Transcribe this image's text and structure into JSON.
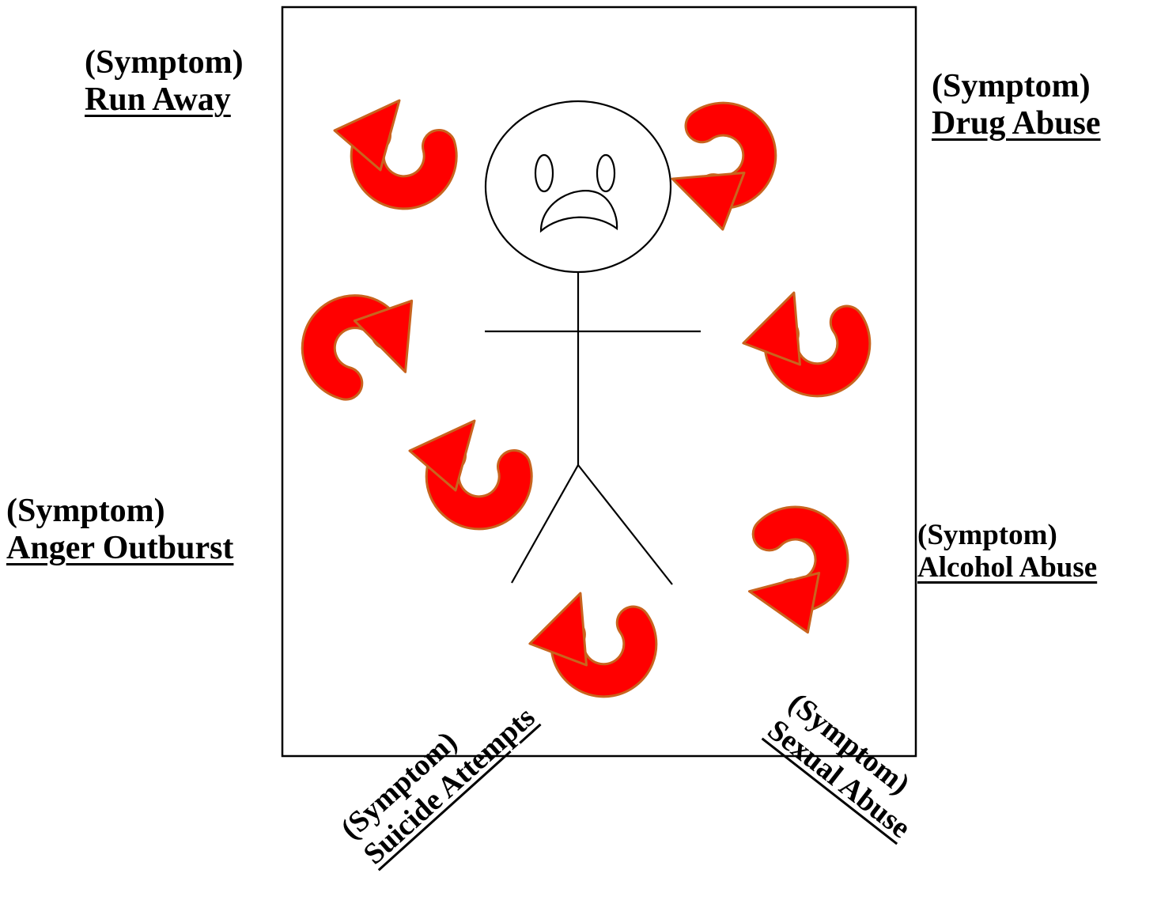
{
  "colors": {
    "arrow_fill": "#ff0000",
    "arrow_stroke": "#c8641e",
    "line": "#000000",
    "background": "#ffffff"
  },
  "figure": {
    "name": "sad-stick-figure",
    "face": "frown"
  },
  "symptoms": [
    {
      "id": "run-away",
      "tag": "(Symptom)",
      "name": "Run Away"
    },
    {
      "id": "drug-abuse",
      "tag": "(Symptom)",
      "name": "Drug Abuse"
    },
    {
      "id": "anger-outburst",
      "tag": "(Symptom)",
      "name": "Anger Outburst"
    },
    {
      "id": "alcohol-abuse",
      "tag": "(Symptom)",
      "name": "Alcohol Abuse"
    },
    {
      "id": "suicide-attempts",
      "tag": "(Symptom)",
      "name": "Suicide Attempts"
    },
    {
      "id": "sexual-abuse",
      "tag": "(Symptom)",
      "name": "Sexual Abuse"
    }
  ]
}
